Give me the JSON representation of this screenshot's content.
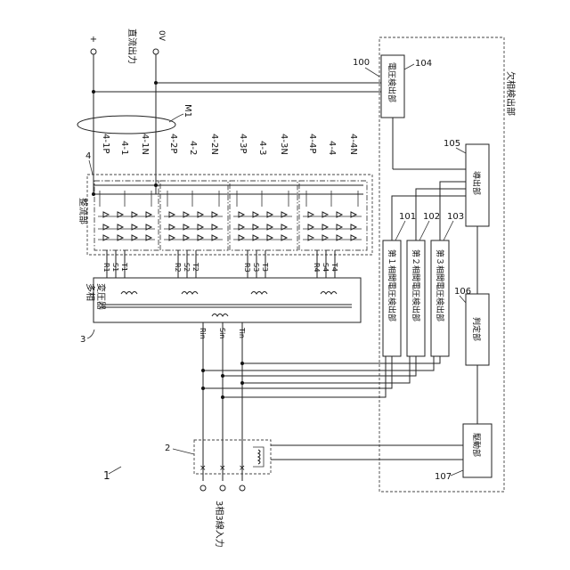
{
  "figure_label": "1",
  "terminals": {
    "output_plus": "+",
    "output_zero": "0V",
    "output_title": "直流出力",
    "input_title": "3相3線入力"
  },
  "cable": {
    "label": "M1"
  },
  "rectifier": {
    "ref": "4",
    "title": "整流部",
    "groups": [
      {
        "p": "4-1P",
        "mid": "4-1",
        "n": "4-1N"
      },
      {
        "p": "4-2P",
        "mid": "4-2",
        "n": "4-2N"
      },
      {
        "p": "4-3P",
        "mid": "4-3",
        "n": "4-3N"
      },
      {
        "p": "4-4P",
        "mid": "4-4",
        "n": "4-4N"
      }
    ]
  },
  "transformer": {
    "ref": "3",
    "title_line1": "多相",
    "title_line2": "変圧器",
    "secondary_groups": [
      [
        "R1",
        "S1",
        "T1"
      ],
      [
        "R2",
        "S2",
        "T2"
      ],
      [
        "R3",
        "S3",
        "T3"
      ],
      [
        "R4",
        "S4",
        "T4"
      ]
    ],
    "inputs": [
      "Rin",
      "Sin",
      "Tin"
    ]
  },
  "breaker": {
    "ref": "2"
  },
  "phase_loss": {
    "ref": "100",
    "title": "欠相検出部",
    "voltage_detector": {
      "ref": "104",
      "label": "電圧検出部"
    },
    "lead_out": {
      "ref": "105",
      "label": "導出部"
    },
    "line_detectors": [
      {
        "ref": "101",
        "label": "第１相間電圧検出部"
      },
      {
        "ref": "102",
        "label": "第２相間電圧検出部"
      },
      {
        "ref": "103",
        "label": "第３相間電圧検出部"
      }
    ],
    "judge": {
      "ref": "106",
      "label": "判定部"
    },
    "drive": {
      "ref": "107",
      "label": "駆動部"
    }
  },
  "colors": {
    "line": "#222222",
    "background": "#ffffff"
  }
}
